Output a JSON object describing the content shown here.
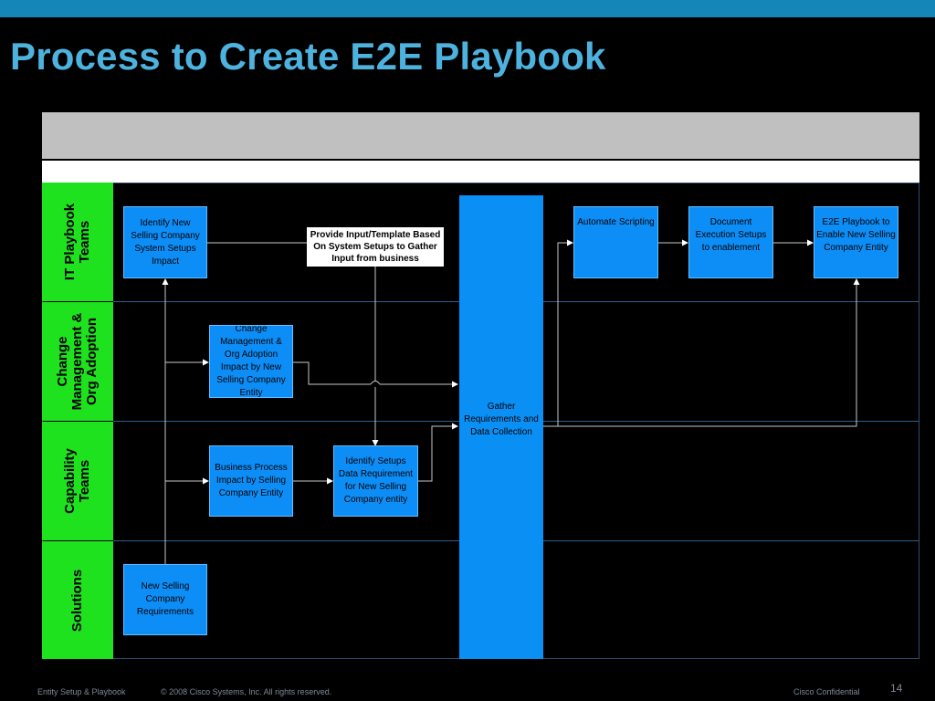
{
  "slide": {
    "title": "Process to Create E2E Playbook"
  },
  "lanes": [
    {
      "label": "IT Playbook Teams"
    },
    {
      "label": "Change Management & Org Adoption"
    },
    {
      "label": "Capability Teams"
    },
    {
      "label": "Solutions"
    }
  ],
  "lane_lines": [
    [
      "IT Playbook",
      "Teams"
    ],
    [
      "Change",
      "Management &",
      "Org Adoption"
    ],
    [
      "Capability",
      "Teams"
    ],
    [
      "Solutions"
    ]
  ],
  "boxes": {
    "identify_new": "Identify New Selling Company System Setups Impact",
    "provide_input": "Provide Input/Template Based On System Setups to Gather Input from business",
    "automate": "Automate Scripting",
    "document": "Document Execution Setups to enablement",
    "e2e": "E2E Playbook to Enable New Selling Company Entity",
    "change_mgmt": "Change Management & Org Adoption Impact by New Selling Company Entity",
    "business_process": "Business Process Impact by Selling Company Entity",
    "identify_setups": "Identify Setups Data Requirement for New Selling Company entity",
    "new_selling": "New Selling Company Requirements",
    "gather": "Gather Requirements and Data Collection"
  },
  "footer": {
    "left": "Entity Setup & Playbook",
    "copyright": "© 2008 Cisco Systems, Inc. All rights reserved.",
    "confidential": "Cisco Confidential",
    "page": "14"
  },
  "colors": {
    "title": "#4eb2df",
    "lane_label_bg": "#1fe21f",
    "box_fill": "#0d8ef7",
    "topbar": "#1586b8"
  }
}
